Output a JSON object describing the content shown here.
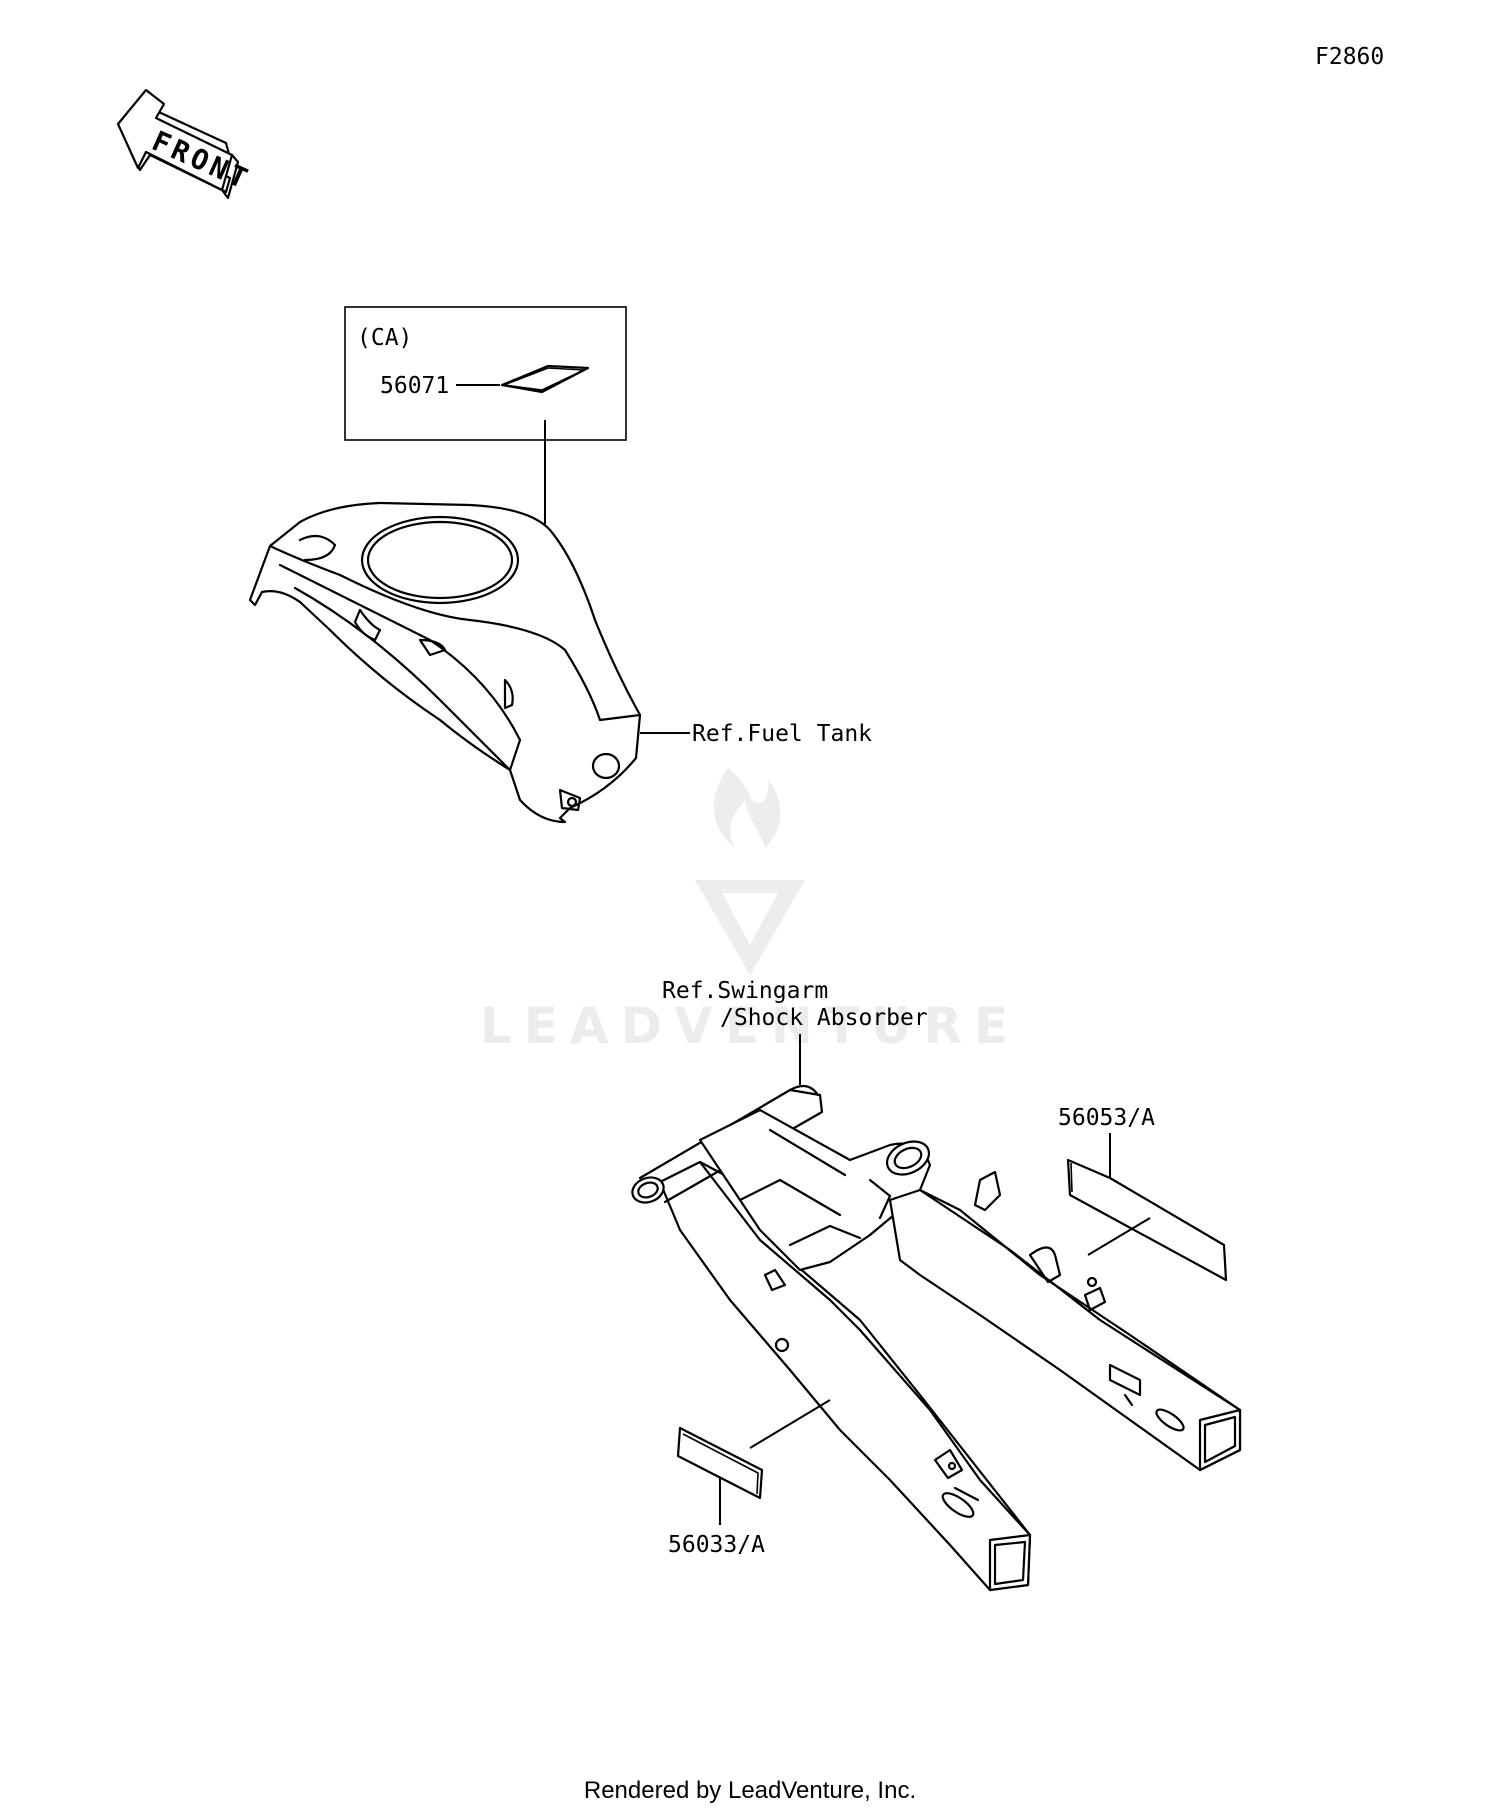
{
  "diagram": {
    "figure_code": "F2860",
    "front_arrow_text": "FRONT",
    "inset": {
      "region_label": "(CA)",
      "part_56071": "56071"
    },
    "ref_fuel_tank": "Ref.Fuel Tank",
    "ref_swingarm_line1": "Ref.Swingarm",
    "ref_swingarm_line2": "/Shock Absorber",
    "part_56053": "56053/A",
    "part_56033": "56033/A",
    "watermark_text": "LEADVENTURE",
    "footer": "Rendered by LeadVenture, Inc."
  }
}
